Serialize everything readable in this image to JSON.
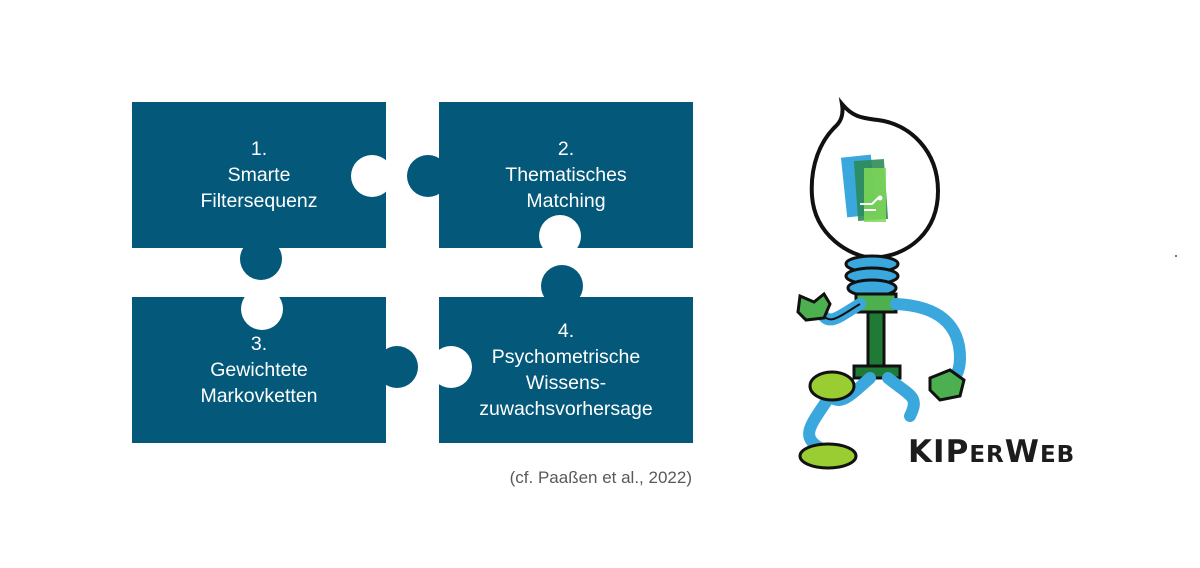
{
  "colors": {
    "piece_fill": "#04587a",
    "piece_text": "#ffffff",
    "background": "#ffffff",
    "citation_text": "#595959",
    "mascot_blue": "#3aa7dd",
    "mascot_green": "#4caf50",
    "mascot_dark_green": "#1e7a35",
    "mascot_lime": "#9acd32"
  },
  "pieces": [
    {
      "label": "1.\nSmarte\nFiltersequenz"
    },
    {
      "label": "2.\nThematisches\nMatching"
    },
    {
      "label": "3.\nGewichtete\nMarkovketten"
    },
    {
      "label": "4.\nPsychometrische\nWissens-\nzuwachsvorhersage"
    }
  ],
  "citation": "(cf. Paaßen et al., 2022)",
  "logo": {
    "text_k": "K",
    "text_i": "I",
    "text_p": "P",
    "text_er": "ER",
    "text_w": "W",
    "text_eb": "EB"
  },
  "icons": [
    "puzzle-piece-icon",
    "lightbulb-robot-mascot",
    "circuit-book-icon"
  ]
}
